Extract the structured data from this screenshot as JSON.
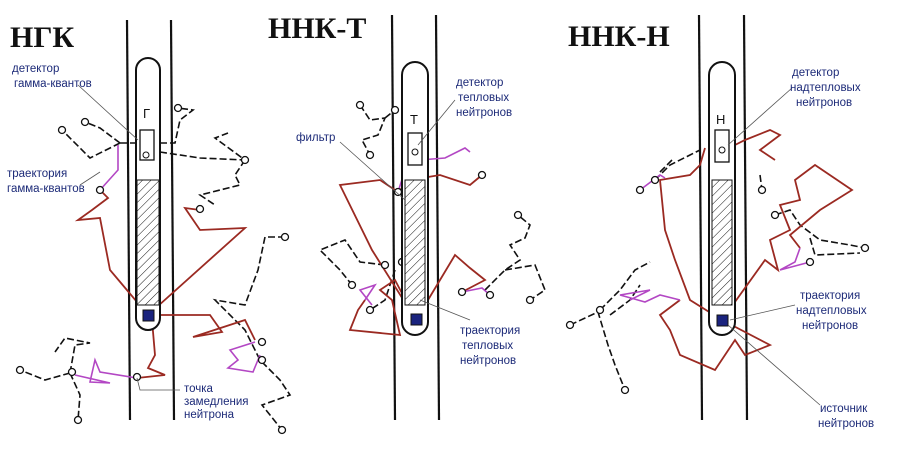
{
  "panels": [
    {
      "title": "НГК",
      "probe_letter": "Г",
      "labels": {
        "detector": [
          "детектор",
          "гамма-квантов"
        ],
        "trajectory": [
          "траектория",
          "гамма-квантов"
        ],
        "point": [
          "точка",
          "замедления",
          "нейтрона"
        ]
      }
    },
    {
      "title": "ННК-Т",
      "probe_letter": "Т",
      "labels": {
        "detector": [
          "детектор",
          "тепловых",
          "нейтронов"
        ],
        "filter": "фильтр",
        "trajectory": [
          "траектория",
          "тепловых",
          "нейтронов"
        ]
      }
    },
    {
      "title": "ННК-Н",
      "probe_letter": "Н",
      "labels": {
        "detector": [
          "детектор",
          "надтепловых",
          "нейтронов"
        ],
        "trajectory": [
          "траектория",
          "надтепловых",
          "нейтронов"
        ],
        "source": [
          "источник",
          "нейтронов"
        ]
      }
    }
  ],
  "colors": {
    "neutron": "#9b2a22",
    "gamma": "#b347c4",
    "label": "#1c2a78",
    "source": "#1a237e"
  }
}
